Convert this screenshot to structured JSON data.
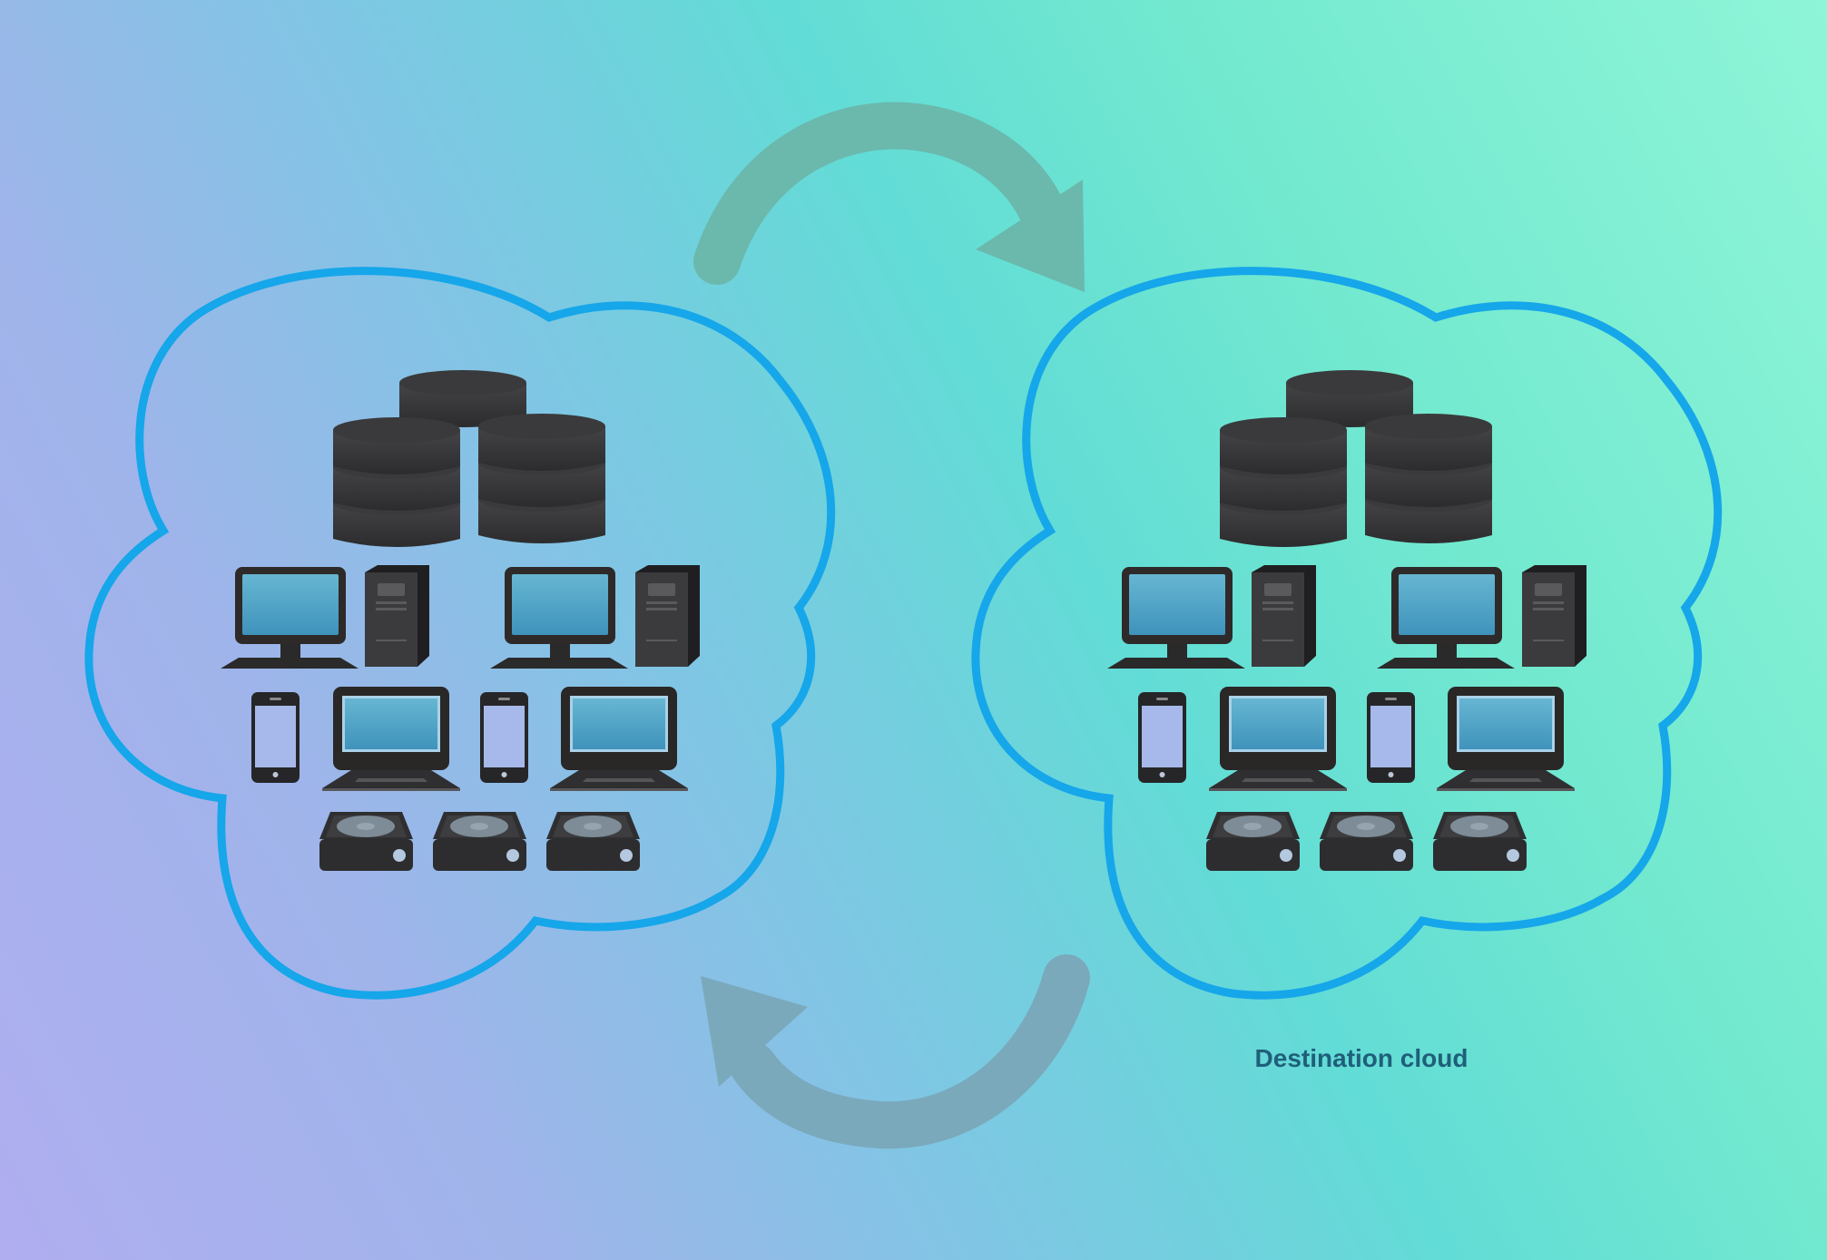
{
  "scene": {
    "colors": {
      "background_left": "#b0aef0",
      "background_mid": "#62dcd6",
      "background_right": "#8ff5d8",
      "cloud_outline": "#16a6ea",
      "device_body": "#3a3a3c",
      "device_dark": "#262628",
      "screen": "#4ea6c8",
      "arrow_top": "#6bb8ad",
      "arrow_bottom": "#7aa9bb"
    }
  },
  "clouds": [
    {
      "icons": {
        "database": "database-cluster-icon",
        "desktop": "desktop-computer-icon",
        "tower": "pc-tower-icon",
        "phone": "smartphone-icon",
        "laptop": "laptop-icon",
        "drive": "hard-drive-icon"
      },
      "counts": {
        "database_cylinders": 3,
        "desktops": 2,
        "towers": 2,
        "phones": 2,
        "laptops": 2,
        "drives": 3
      }
    },
    {
      "label": "Destination cloud",
      "icons": {
        "database": "database-cluster-icon",
        "desktop": "desktop-computer-icon",
        "tower": "pc-tower-icon",
        "phone": "smartphone-icon",
        "laptop": "laptop-icon",
        "drive": "hard-drive-icon"
      },
      "counts": {
        "database_cylinders": 3,
        "desktops": 2,
        "towers": 2,
        "phones": 2,
        "laptops": 2,
        "drives": 3
      }
    }
  ],
  "arrows": [
    {
      "direction": "left-to-right",
      "icon": "curved-arrow-right-icon"
    },
    {
      "direction": "right-to-left",
      "icon": "curved-arrow-left-icon"
    }
  ]
}
